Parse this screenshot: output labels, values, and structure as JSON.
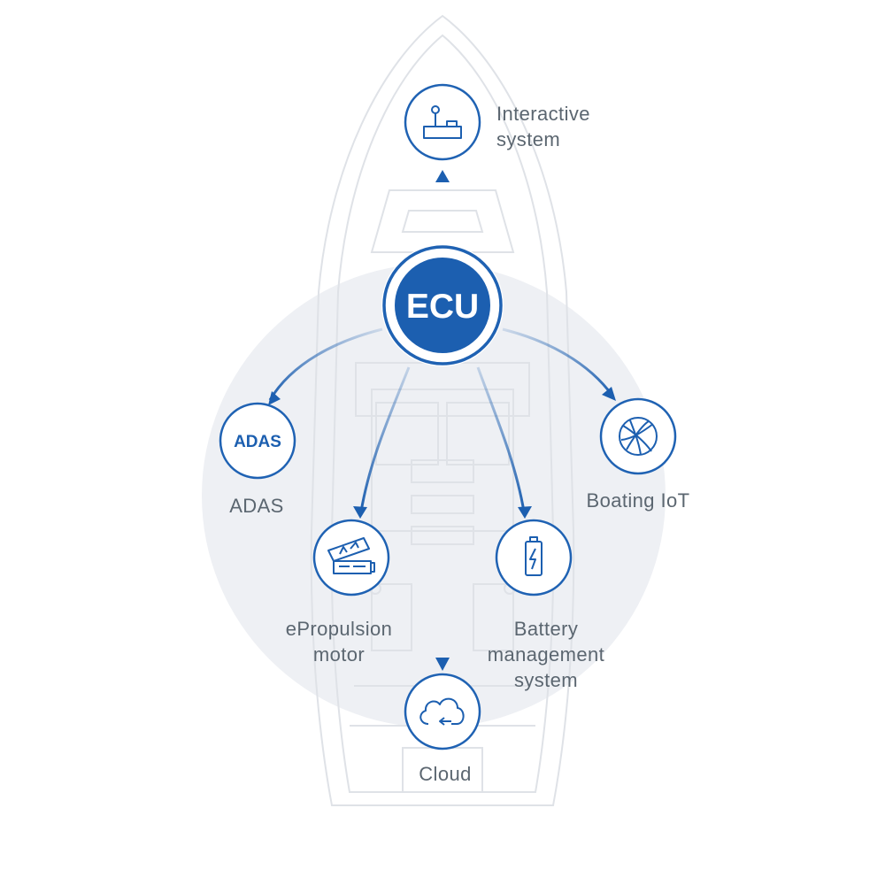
{
  "colors": {
    "accent": "#1c5fb0",
    "ring": "#1f62b3",
    "label": "#5b6670",
    "backdrop": "#eef0f4",
    "boat_outline": "#dfe2e7"
  },
  "hub": {
    "label": "ECU"
  },
  "nodes": {
    "interactive": {
      "icon": "joystick-icon",
      "label_lines": [
        "Interactive",
        "system"
      ]
    },
    "adas": {
      "icon_text": "ADAS",
      "label": "ADAS"
    },
    "iot": {
      "icon": "globe-icon",
      "label": "Boating IoT"
    },
    "epropulsion": {
      "icon": "motor-icon",
      "label_lines": [
        "ePropulsion",
        "motor"
      ]
    },
    "battery": {
      "icon": "battery-icon",
      "label_lines": [
        "Battery",
        "management",
        "system"
      ]
    },
    "cloud": {
      "icon": "cloud-icon",
      "label": "Cloud"
    }
  }
}
